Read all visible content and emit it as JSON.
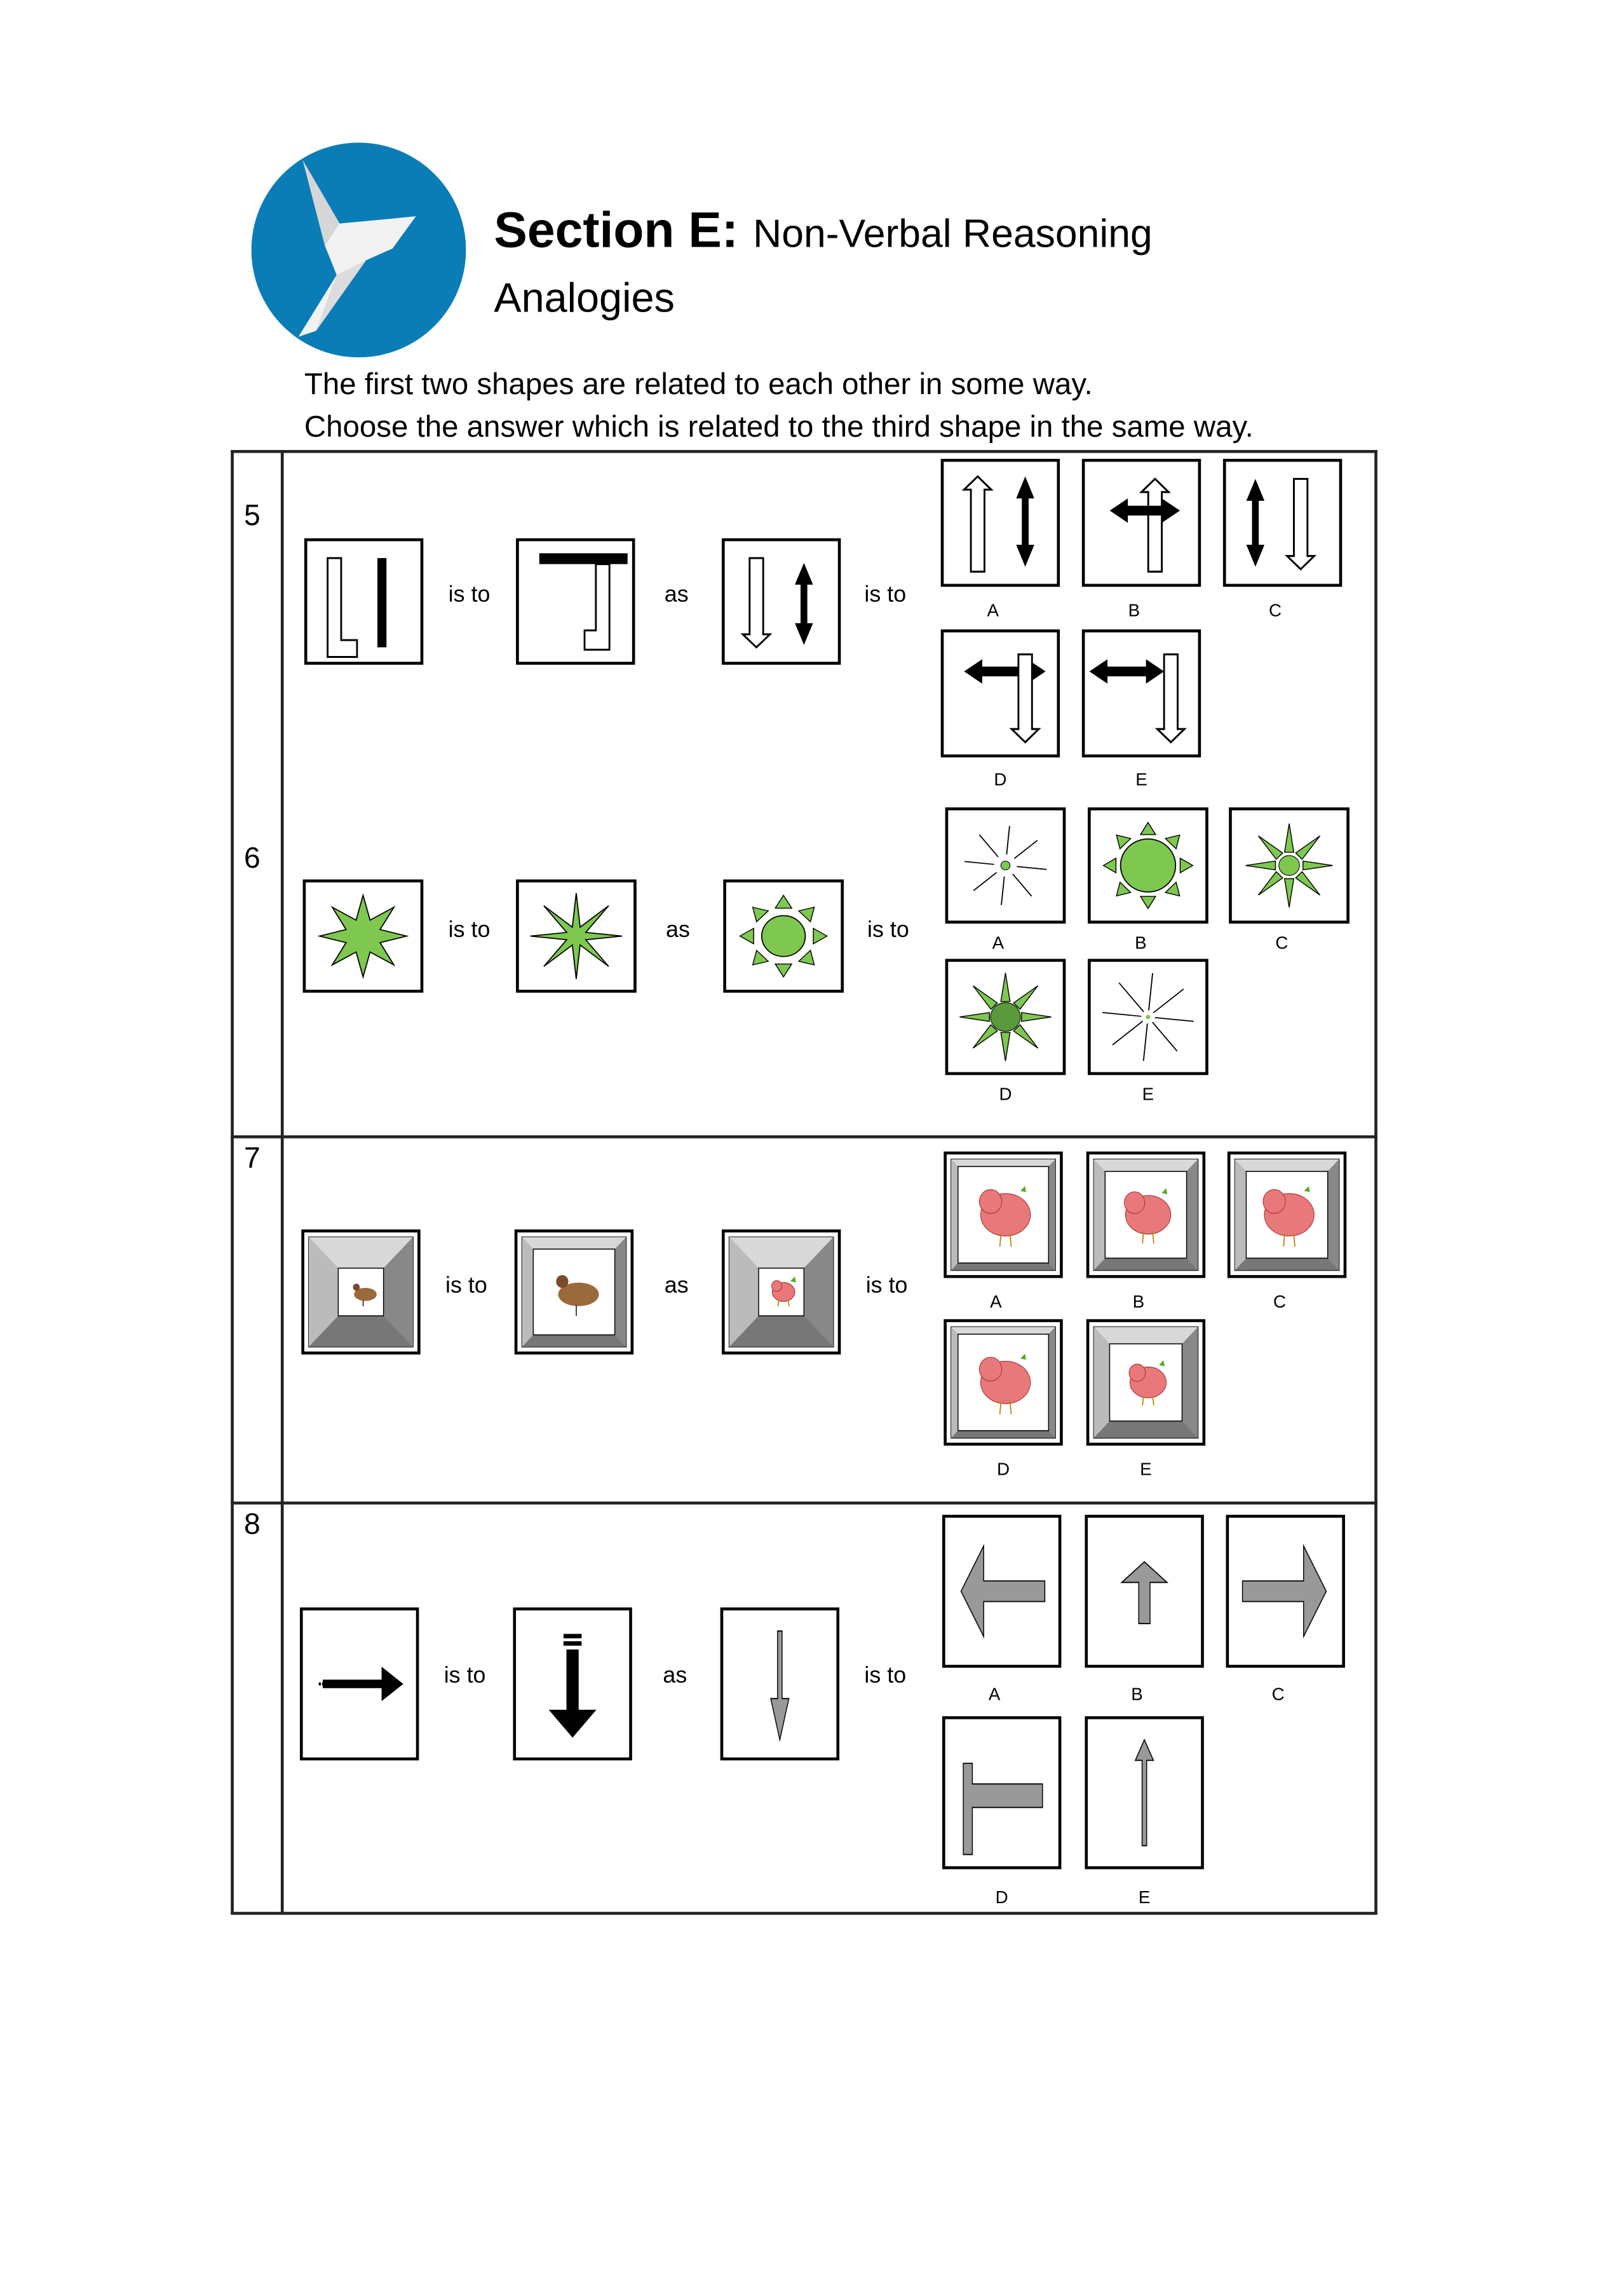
{
  "header": {
    "section": "Section E:",
    "section_name": "Non-Verbal Reasoning",
    "subtitle": "Analogies",
    "instructions": [
      "The first two shapes are related to each other in some way.",
      "Choose the answer which is related to the third shape in the same way."
    ]
  },
  "words": {
    "is_to": "is to",
    "as": "as"
  },
  "questions": [
    {
      "number": "5",
      "options": [
        "A",
        "B",
        "C",
        "D",
        "E"
      ]
    },
    {
      "number": "6",
      "options": [
        "A",
        "B",
        "C",
        "D",
        "E"
      ]
    },
    {
      "number": "7",
      "options": [
        "A",
        "B",
        "C",
        "D",
        "E"
      ]
    },
    {
      "number": "8",
      "options": [
        "A",
        "B",
        "C",
        "D",
        "E"
      ]
    }
  ],
  "colors": {
    "logo_blue": "#0a7db6",
    "star_green": "#7ec850",
    "bird_pink": "#e8787a"
  }
}
